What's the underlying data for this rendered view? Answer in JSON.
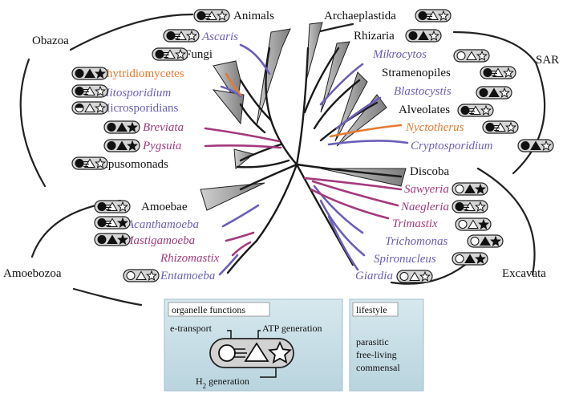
{
  "groups": {
    "obazoa": "Obazoa",
    "sar": "SAR",
    "amoebozoa": "Amoebozoa",
    "excavata": "Excavata"
  },
  "taxa": {
    "animals": "Animals",
    "ascaris": "Ascaris",
    "fungi": "Fungi",
    "chytridiomycetes": "Chytridiomycetes",
    "mitosporidium": "Mitosporidium",
    "microsporidians": "Microsporidians",
    "breviata": "Breviata",
    "pygsuia": "Pygsuia",
    "apusomonads": "Apusomonads",
    "amoebae": "Amoebae",
    "acanthamoeba": "Acanthamoeba",
    "mastigamoeba": "Mastigamoeba",
    "rhizomastix": "Rhizomastix",
    "entamoeba": "Entamoeba",
    "archaeplastida": "Archaeplastida",
    "rhizaria": "Rhizaria",
    "mikrocytos": "Mikrocytos",
    "stramenopiles": "Stramenopiles",
    "blastocystis": "Blastocystis",
    "alveolates": "Alveolates",
    "nyctotherus": "Nyctotherus",
    "cryptosporidium": "Cryptosporidium",
    "discoba": "Discoba",
    "sawyeria": "Sawyeria",
    "naegleria": "Naegleria",
    "trimastix": "Trimastix",
    "trichomonas": "Trichomonas",
    "spironucleus": "Spironucleus",
    "giardia": "Giardia"
  },
  "legend_functions": {
    "title": "organelle functions",
    "e_transport": "e-transport",
    "atp": "ATP generation",
    "h2_prefix": "H",
    "h2_sub": "2",
    "h2_suffix": " generation"
  },
  "legend_lifestyle": {
    "title": "lifestyle",
    "parasitic": "parasitic",
    "free_living": "free-living",
    "commensal": "commensal"
  },
  "colors": {
    "parasitic": "#6a5fb8",
    "free_living": "#a33a7c",
    "commensal": "#e8792f",
    "neutral": "#111111",
    "legend_bg": "#c5dde6"
  }
}
